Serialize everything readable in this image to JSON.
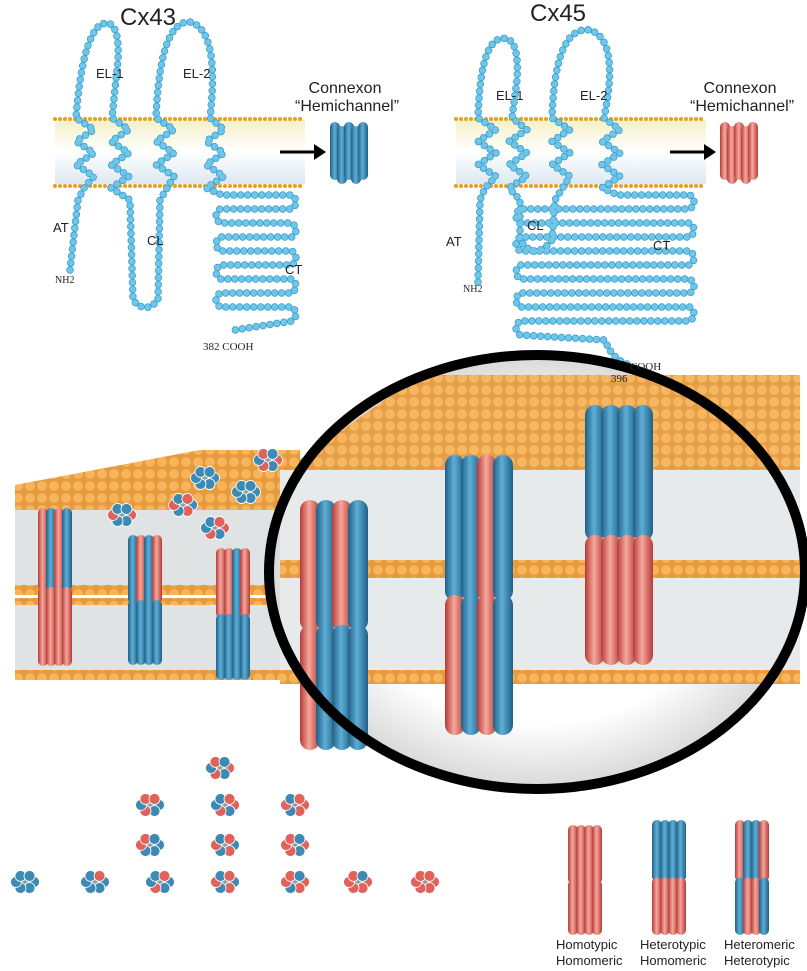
{
  "cx43": {
    "title": "Cx43",
    "el1": "EL-1",
    "el2": "EL-2",
    "at": "AT",
    "cl": "CL",
    "ct": "CT",
    "nh2": "NH2",
    "cooh": "382 COOH",
    "connexon_line1": "Connexon",
    "connexon_line2": "“Hemichannel”"
  },
  "cx45": {
    "title": "Cx45",
    "el1": "EL-1",
    "el2": "EL-2",
    "at": "AT",
    "cl": "CL",
    "ct": "CT",
    "nh2": "NH2",
    "cooh_label": "COOH",
    "cooh_num": "396",
    "connexon_line1": "Connexon",
    "connexon_line2": "“Hemichannel”"
  },
  "legend": [
    {
      "line1": "Homotypic",
      "line2": "Homomeric"
    },
    {
      "line1": "Heterotypic",
      "line2": "Homomeric"
    },
    {
      "line1": "Heteromeric",
      "line2": "Heterotypic"
    }
  ],
  "colors": {
    "bead": "#6ec6ea",
    "blue": "#3d8bb5",
    "red": "#e0625a",
    "lipid": "#f0a040",
    "membrane": "#e8eef0"
  }
}
